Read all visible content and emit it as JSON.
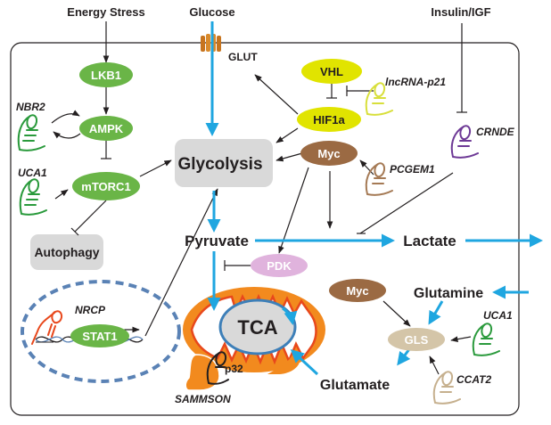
{
  "inputs": {
    "energy_stress": "Energy Stress",
    "glucose": "Glucose",
    "insulin_igf": "Insulin/IGF",
    "glut": "GLUT"
  },
  "nodes": {
    "lkb1": "LKB1",
    "ampk": "AMPK",
    "mtorc1": "mTORC1",
    "autophagy": "Autophagy",
    "glycolysis": "Glycolysis",
    "vhl": "VHL",
    "hif1a": "HIF1a",
    "myc_top": "Myc",
    "myc_bottom": "Myc",
    "pdk": "PDK",
    "pyruvate": "Pyruvate",
    "lactate": "Lactate",
    "stat1": "STAT1",
    "tca": "TCA",
    "p32": "p32",
    "glutamine": "Glutamine",
    "gls": "GLS",
    "glutamate": "Glutamate"
  },
  "lncrnas": {
    "nbr2": "NBR2",
    "uca1_left": "UCA1",
    "lncrna_p21": "lncRNA-p21",
    "pcgem1": "PCGEM1",
    "crnde": "CRNDE",
    "nrcp": "NRCP",
    "sammson": "SAMMSON",
    "uca1_right": "UCA1",
    "ccat2": "CCAT2"
  },
  "colors": {
    "green_node": "#6ab547",
    "yellow_node": "#e1e400",
    "brown_node": "#9b6a43",
    "pdk_node": "#e0b3dd",
    "gls_node": "#d4c5a8",
    "gray_box": "#d9d9d9",
    "blue_flow": "#1fa6e0",
    "mito_orange": "#f28a1e",
    "mito_red": "#e8481c",
    "nucleus_dash": "#5a82b5",
    "rna_green": "#2a9a3c",
    "rna_yellow": "#d8df3b",
    "rna_brown": "#a57a55",
    "rna_purple": "#6e3a96",
    "rna_tan": "#c6b08e"
  }
}
